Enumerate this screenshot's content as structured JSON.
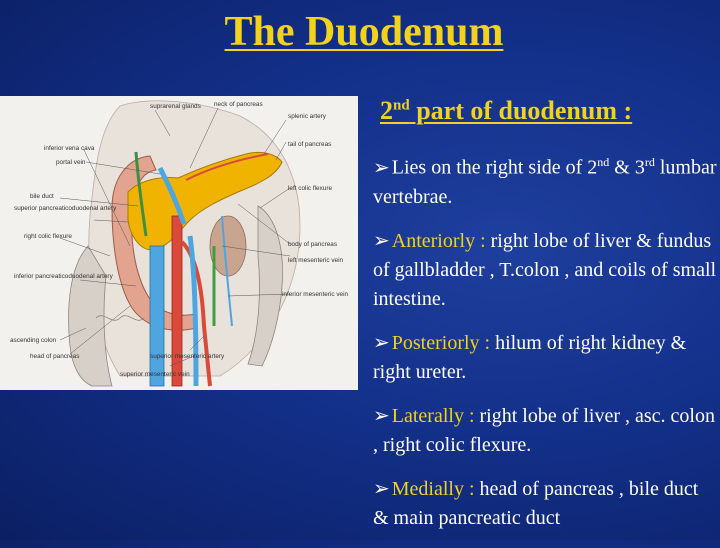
{
  "slide": {
    "title": "The  Duodenum",
    "subtitle_pre": "2",
    "subtitle_sup": "nd",
    "subtitle_post": " part of duodenum :"
  },
  "bullets": [
    {
      "parts": [
        {
          "t": "Lies on the right side of 2"
        },
        {
          "t": "nd",
          "sup": true
        },
        {
          "t": " & 3"
        },
        {
          "t": "rd",
          "sup": true
        },
        {
          "t": " lumbar vertebrae."
        }
      ]
    },
    {
      "parts": [
        {
          "t": "Anteriorly :",
          "kw": true
        },
        {
          "t": " right lobe of liver & fundus of gallbladder , T.colon , and coils of small intestine."
        }
      ]
    },
    {
      "parts": [
        {
          "t": "Posteriorly :",
          "kw": true
        },
        {
          "t": " hilum of right kidney & right ureter."
        }
      ]
    },
    {
      "parts": [
        {
          "t": "Laterally :",
          "kw": true
        },
        {
          "t": " right lobe of liver , asc. colon , right colic flexure."
        }
      ]
    },
    {
      "parts": [
        {
          "t": "Medially :",
          "kw": true
        },
        {
          "t": " head of pancreas , bile duct & main pancreatic duct"
        }
      ]
    }
  ],
  "figure": {
    "labels": {
      "suprarenal_glands": "suprarenal glands",
      "neck_of_pancreas": "neck of pancreas",
      "splenic_artery": "splenic artery",
      "inferior_vena_cava": "inferior vena cava",
      "portal_vein": "portal vein",
      "tail_of_pancreas": "tail of pancreas",
      "bile_duct": "bile duct",
      "superior_pancreaticoduodenal": "superior pancreaticoduodenal artery",
      "left_colic_flexure": "left colic flexure",
      "right_colic_flexure": "right colic flexure",
      "body_of_pancreas": "body of pancreas",
      "left_mesenteric_vein": "left mesenteric vein",
      "inferior_pancreaticoduodenal": "inferior pancreaticoduodenal artery",
      "inferior_mesenteric_vein": "inferior mesenteric vein",
      "ascending_colon": "ascending colon",
      "superior_mesenteric_artery": "superior mesenteric artery",
      "head_of_pancreas": "head of pancreas",
      "superior_mesenteric_vein": "superior mesenteric vein"
    },
    "colors": {
      "pancreas": "#f0b400",
      "duodenum": "#e2a48e",
      "vein": "#4da6e0",
      "artery": "#d94a3a",
      "colon": "#d6d0c8"
    }
  }
}
